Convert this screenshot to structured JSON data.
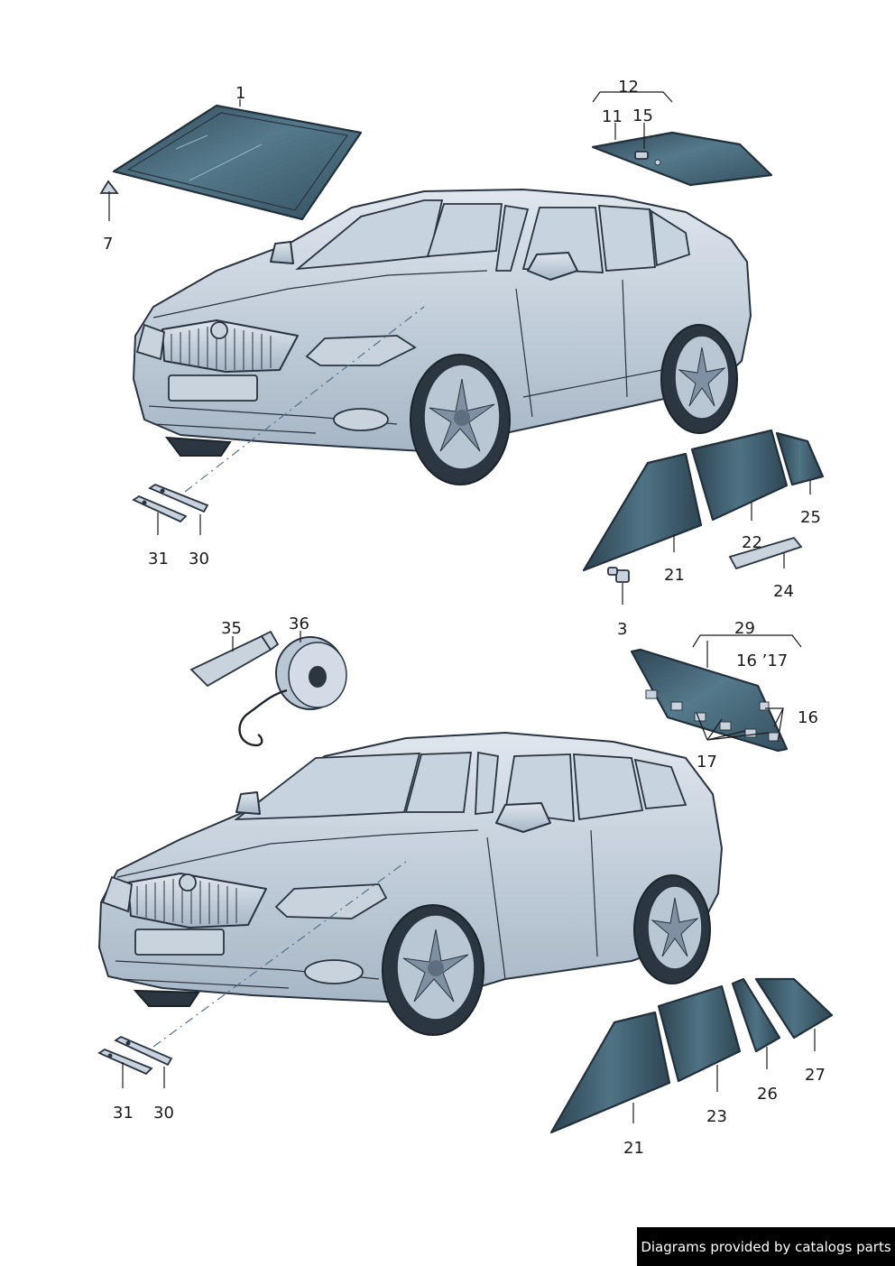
{
  "footer": {
    "text": "Diagrams provided by catalogs parts"
  },
  "callouts": {
    "c1": "1",
    "c7": "7",
    "c12": "12",
    "c11": "11",
    "c15": "15",
    "c31a": "31",
    "c30a": "30",
    "c21a": "21",
    "c22": "22",
    "c25": "25",
    "c24": "24",
    "c3": "3",
    "c35": "35",
    "c36": "36",
    "c29": "29",
    "c16_17": "16 ’17",
    "c16": "16",
    "c17": "17",
    "c31b": "31",
    "c30b": "30",
    "c21b": "21",
    "c23": "23",
    "c26": "26",
    "c27": "27"
  },
  "colors": {
    "glass": "#3f5d6e",
    "body": "#c4cfdb",
    "outline": "#2a3440"
  }
}
